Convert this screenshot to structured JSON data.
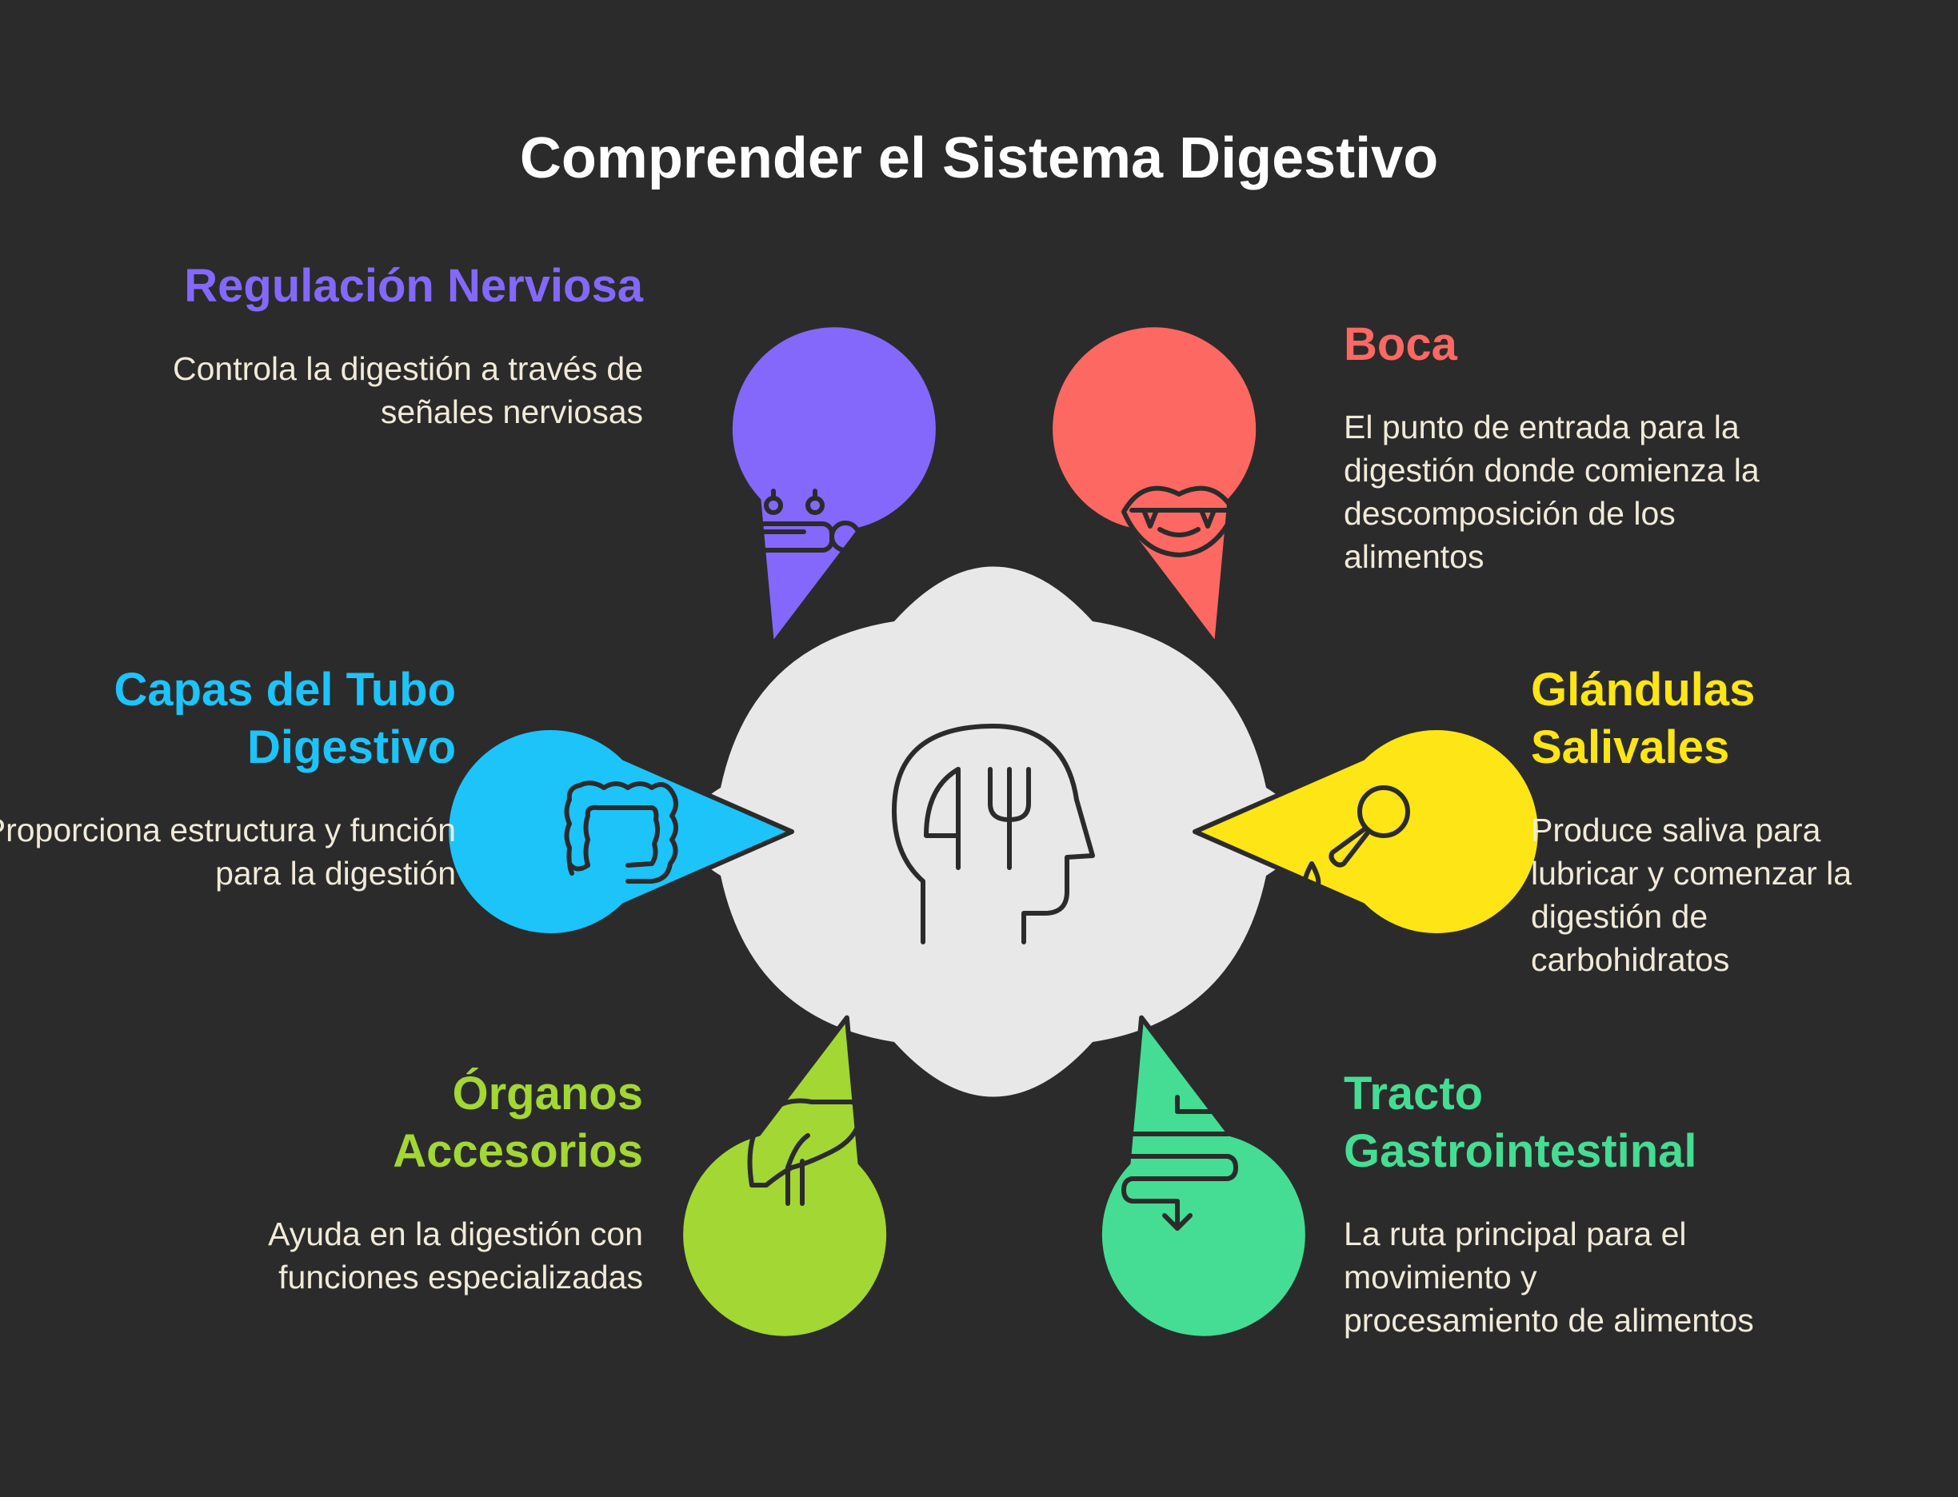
{
  "title": "Comprender el Sistema Digestivo",
  "colors": {
    "background": "#2b2b2b",
    "hub": "#e8e8e8",
    "regulacion": "#8468fb",
    "boca": "#fe6862",
    "capas": "#1cc4fa",
    "glandulas": "#fee515",
    "organos": "#a3d733",
    "tracto": "#44dd93"
  },
  "center_icon": "head-fork-icon",
  "items": [
    {
      "id": "regulacion",
      "title": "Regulación Nerviosa",
      "description": "Controla la digestión a través de señales nerviosas",
      "icon": "nerve-signals-icon"
    },
    {
      "id": "boca",
      "title": "Boca",
      "description": "El punto de entrada para la digestión donde comienza la descomposición de los alimentos",
      "icon": "mouth-icon"
    },
    {
      "id": "capas",
      "title": "Capas del Tubo Digestivo",
      "description": "Proporciona estructura y función para la digestión",
      "icon": "intestine-icon"
    },
    {
      "id": "glandulas",
      "title": "Glándulas Salivales",
      "description": "Produce saliva para lubricar y comenzar la digestión de carbohidratos",
      "icon": "dropper-icon"
    },
    {
      "id": "organos",
      "title": "Órganos Accesorios",
      "description": "Ayuda en la digestión con funciones especializadas",
      "icon": "liver-icon"
    },
    {
      "id": "tracto",
      "title": "Tracto Gastrointestinal",
      "description": "La ruta principal para el movimiento y procesamiento de alimentos",
      "icon": "gi-tract-icon"
    }
  ]
}
